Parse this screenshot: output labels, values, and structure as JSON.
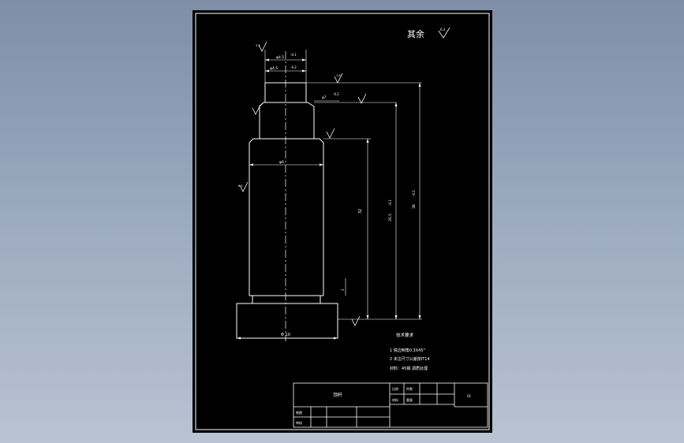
{
  "drawing": {
    "roughness_note": "其余",
    "roughness_symbol_value": "6.3",
    "dimensions": {
      "top_width": "φ4.5",
      "top_width_tol": "-0.1",
      "step_width": "φ4.5",
      "step_tol": "-0.2",
      "neck_label": "0.25",
      "mid_label": "φ7",
      "mid_tol": "-0.2",
      "body_width": "φ6",
      "base_width": "Φ 10",
      "h_body": "32",
      "h_mid": "35.5",
      "h_mid_tol": "-0.1",
      "h_total": "38",
      "h_total_tol": "-0.1",
      "h_small": "3",
      "roughness_a": "3.2",
      "roughness_b": "1.6",
      "roughness_c": "6.3"
    },
    "notes_title": "技术要求",
    "notes": [
      "1  锐边倒角0.3X45°",
      "2  未注尺寸公差按IT14",
      "材料：45钢 调质处理"
    ]
  },
  "title_block": {
    "part_name": "顶杆",
    "scale_label": "比例",
    "qty_label": "件数",
    "material_label": "材料",
    "weight_label": "重量",
    "sheet_id": "01",
    "designer_label": "制图",
    "checker_label": "审核"
  }
}
